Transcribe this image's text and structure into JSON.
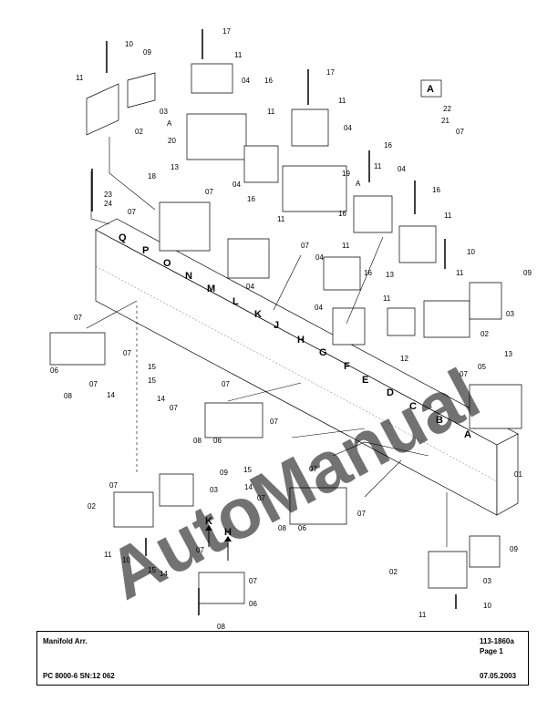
{
  "title_block": {
    "title": "Manifold Arr.",
    "doc_number": "113-1860a",
    "page": "Page 1",
    "model": "PC 8000-6 SN:12 062",
    "date": "07.05.2003"
  },
  "watermark": "AutoManual",
  "detail_label": "A",
  "part_numbers": [
    "01",
    "02",
    "03",
    "04",
    "05",
    "06",
    "07",
    "08",
    "09",
    "10",
    "11",
    "12",
    "13",
    "14",
    "15",
    "16",
    "17",
    "18",
    "19",
    "20",
    "21",
    "22",
    "23",
    "24"
  ],
  "port_letters": [
    "A",
    "B",
    "C",
    "D",
    "E",
    "F",
    "G",
    "H",
    "J",
    "K",
    "L",
    "M",
    "N",
    "O",
    "P",
    "Q"
  ],
  "arrow_letters": [
    "K",
    "H"
  ]
}
